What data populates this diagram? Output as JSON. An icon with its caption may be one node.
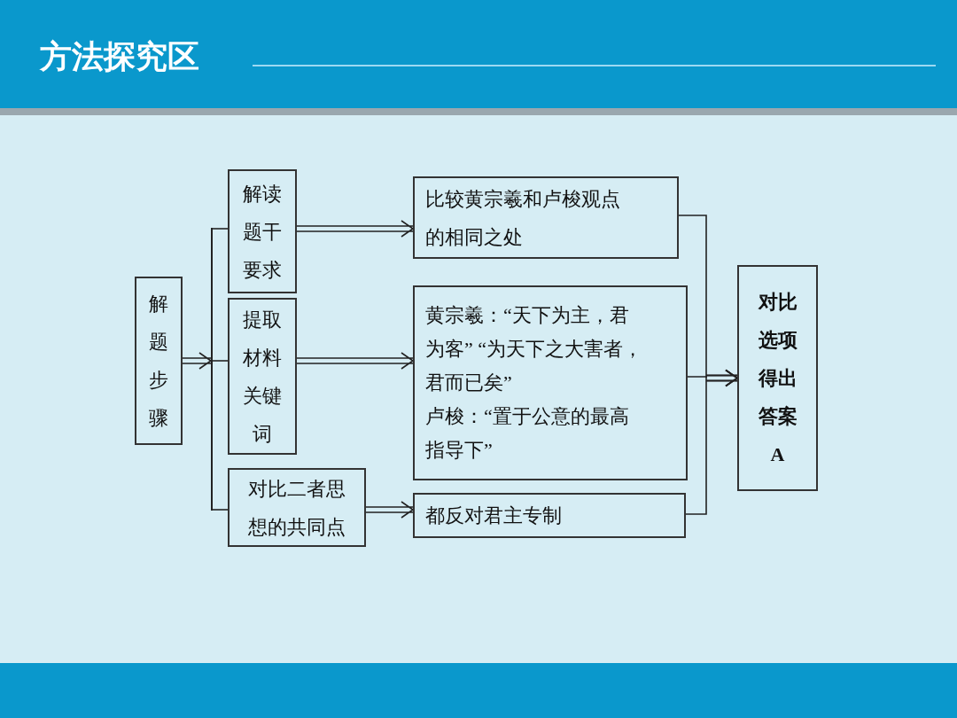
{
  "diagram": {
    "title": "方法探究区",
    "nodes": [
      {
        "text": [
          "解题步骤"
        ]
      },
      {
        "text": [],
        "shape": "bar"
      },
      {
        "text": [
          "解读题干要求"
        ]
      },
      {
        "text": [
          "提取材料关键词"
        ]
      },
      {
        "text": [
          "对比二者思想的共同点"
        ]
      },
      {
        "text": [
          "比较黄宗羲和卢梭观点的相同之处"
        ]
      },
      {
        "text": [
          "黄宗羲：“天下为主，君为客” “为天下之大害者，君而已矣”",
          "卢梭：“置于公意的最高指导下”"
        ]
      },
      {
        "text": [
          "都反对君主专制"
        ]
      },
      {
        "text": [
          "对比选项得出答案A"
        ]
      }
    ],
    "edges": [
      {
        "from": 0,
        "to": 1,
        "arrow": "to"
      },
      {
        "from": 1,
        "to": 2,
        "arrow": "none"
      },
      {
        "from": 1,
        "to": 3,
        "arrow": "none"
      },
      {
        "from": 1,
        "to": 4,
        "arrow": "none"
      },
      {
        "from": 2,
        "to": 5,
        "arrow": "to"
      },
      {
        "from": 3,
        "to": 6,
        "arrow": "to"
      },
      {
        "from": 4,
        "to": 7,
        "arrow": "to"
      },
      {
        "from": 5,
        "to": 8,
        "arrow": "to"
      },
      {
        "from": 6,
        "to": 8,
        "arrow": "to"
      },
      {
        "from": 7,
        "to": 8,
        "arrow": "to"
      }
    ]
  }
}
